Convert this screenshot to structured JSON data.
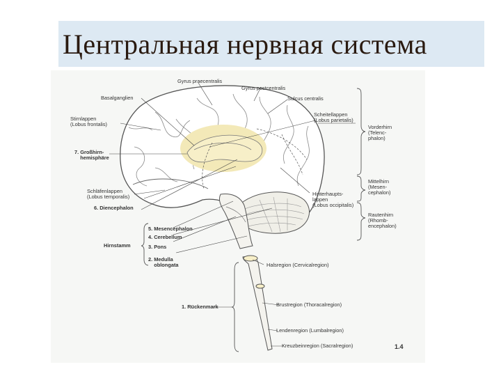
{
  "slide": {
    "title": "Центральная нервная система"
  },
  "figure": {
    "labels": {
      "gyrus_precentralis": "Gyrus praecentralis",
      "gyrus_postcentralis": "Gyrus postcentralis",
      "sulcus_centralis": "Sulcus centralis",
      "basalganglien": "Basalganglien",
      "stirnlappen": "Stirnlappen\n(Lobus frontalis)",
      "scheitellappen": "Scheitellappen\n(Lobus parietalis)",
      "vorderhirn": "Vorderhirn\n(Telenc-\nphalon)",
      "grosshirn": "7. Großhirn-\n    hemisphäre",
      "mittelhirn": "Mittelhirn\n(Mesen-\ncephalon)",
      "schlaefenlappen": "Schläfenlappen\n(Lobus temporalis)",
      "hinterhauptslappen": "Hinterhaupts-\nlappen\n(Lobus occipitalis)",
      "diencephalon": "6. Diencephalon",
      "rautenhirn": "Rautenhirn\n(Rhomb-\nencephalon)",
      "mesencephalon": "5. Mesencephalon",
      "cerebellum": "4. Cerebellum",
      "hirnstamm": "Hirnstamm",
      "pons": "3. Pons",
      "medulla": "2. Medulla\n    oblongata",
      "halsregion": "Halsregion (Cervicalregion)",
      "rueckenmark": "1. Rückenmark",
      "brustregion": "Brustregion (Thoracalregion)",
      "lendenregion": "Lendenregion (Lumbalregion)",
      "kreuzbeinregion": "Kreuzbeinregion (Sacralregion)"
    },
    "figure_number": "1.4"
  }
}
